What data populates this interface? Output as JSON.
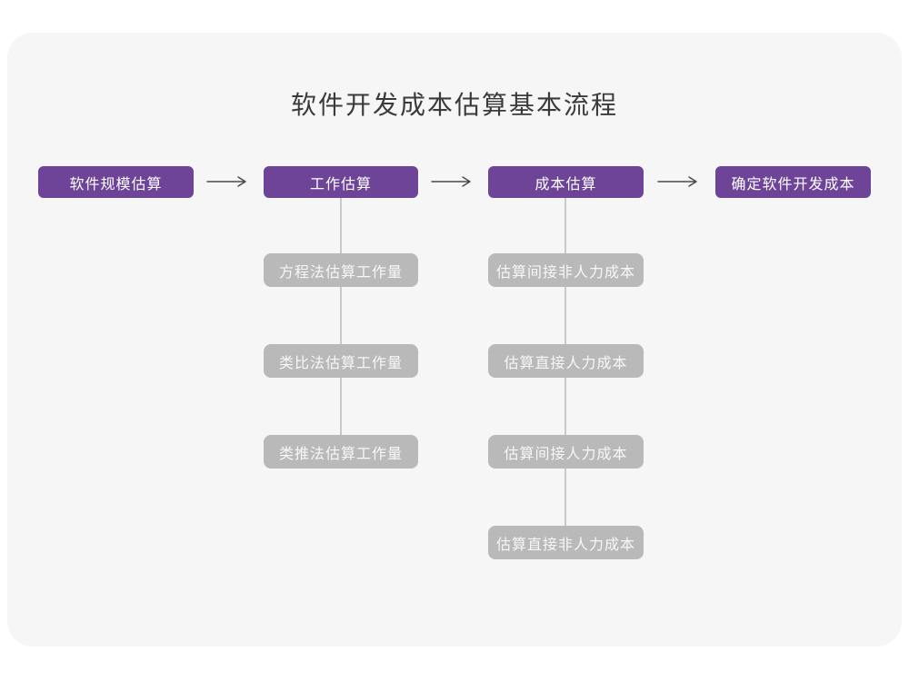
{
  "title": "软件开发成本估算基本流程",
  "stages": [
    "软件规模估算",
    "工作估算",
    "成本估算",
    "确定软件开发成本"
  ],
  "work_breakdown": [
    "方程法估算工作量",
    "类比法估算工作量",
    "类推法估算工作量"
  ],
  "cost_breakdown": [
    "估算间接非人力成本",
    "估算直接人力成本",
    "估算间接人力成本",
    "估算直接非人力成本"
  ],
  "colors": {
    "page_bg": "#ffffff",
    "card_bg": "#f6f6f6",
    "stage_fill": "#6e4499",
    "stage_text": "#ffffff",
    "sub_fill": "#b9b9b9",
    "sub_text": "#f7f7f7",
    "connector": "#c9c9c9",
    "arrow": "#4a4a4a"
  }
}
